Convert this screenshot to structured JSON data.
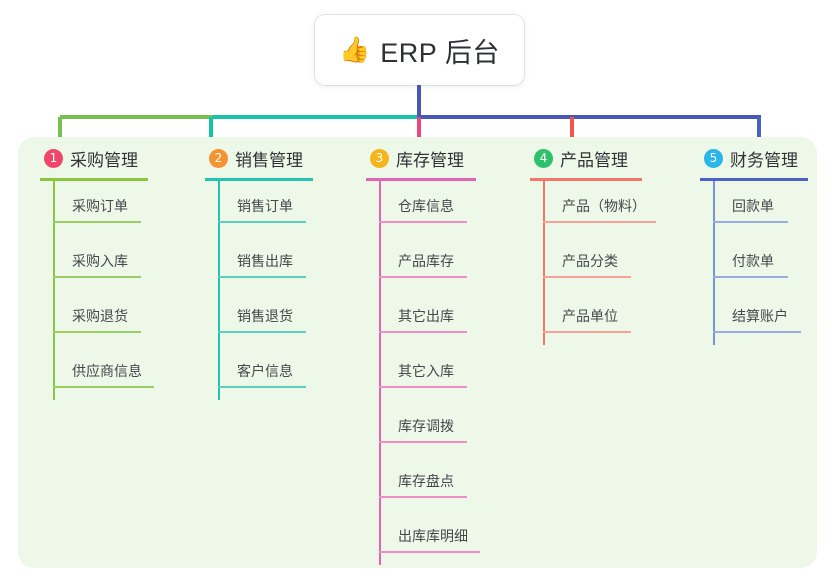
{
  "root": {
    "icon": "thumbs-up-icon",
    "emoji": "👍",
    "title": "ERP 后台"
  },
  "palette": {
    "panel_bg": "#eef8e9",
    "stem": "#4a55b8",
    "bus_left": "#77bf52",
    "bus_mid": "#18c2a6",
    "bus_right": "#4a55b8"
  },
  "columns": [
    {
      "number": "1",
      "title": "采购管理",
      "badge_color": "#f0466a",
      "line_color": "#8cc63f",
      "drop_color": "#77bf52",
      "items": [
        {
          "label": "采购订单"
        },
        {
          "label": "采购入库"
        },
        {
          "label": "采购退货"
        },
        {
          "label": "供应商信息"
        }
      ]
    },
    {
      "number": "2",
      "title": "销售管理",
      "badge_color": "#f59331",
      "line_color": "#25c3b0",
      "drop_color": "#18c2a6",
      "items": [
        {
          "label": "销售订单"
        },
        {
          "label": "销售出库"
        },
        {
          "label": "销售退货"
        },
        {
          "label": "客户信息"
        }
      ]
    },
    {
      "number": "3",
      "title": "库存管理",
      "badge_color": "#f5b61d",
      "line_color": "#e264b4",
      "drop_color": "#e8477f",
      "items": [
        {
          "label": "仓库信息"
        },
        {
          "label": "产品库存"
        },
        {
          "label": "其它出库"
        },
        {
          "label": "其它入库"
        },
        {
          "label": "库存调拨"
        },
        {
          "label": "库存盘点"
        },
        {
          "label": "出库库明细"
        }
      ]
    },
    {
      "number": "4",
      "title": "产品管理",
      "badge_color": "#2ec16b",
      "line_color": "#f4766a",
      "drop_color": "#f4544a",
      "items": [
        {
          "label": "产品（物料）"
        },
        {
          "label": "产品分类"
        },
        {
          "label": "产品单位"
        }
      ]
    },
    {
      "number": "5",
      "title": "财务管理",
      "badge_color": "#29b6e8",
      "line_color": "#7a92d8",
      "drop_color": "#4a62c8",
      "items": [
        {
          "label": "回款单"
        },
        {
          "label": "付款单"
        },
        {
          "label": "结算账户"
        }
      ]
    }
  ]
}
